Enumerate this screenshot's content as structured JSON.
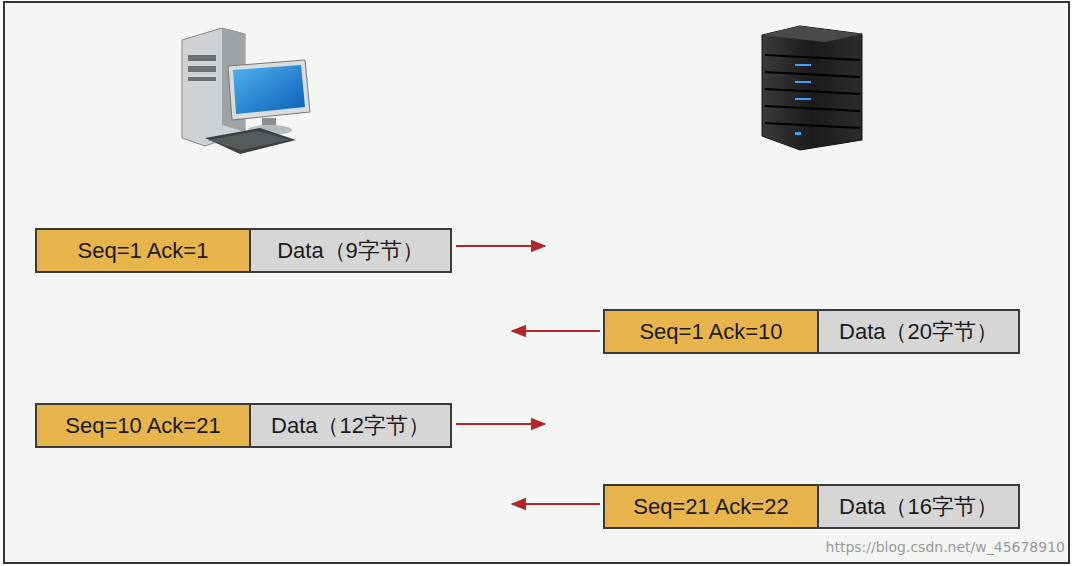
{
  "diagram": {
    "nodes": [
      {
        "text": [
          "Seq=1  Ack=1"
        ]
      },
      {
        "text": [
          "Data（9字节）"
        ]
      },
      {
        "text": [
          "Seq=1  Ack=10"
        ]
      },
      {
        "text": [
          "Data（20字节）"
        ]
      },
      {
        "text": [
          "Seq=10  Ack=21"
        ]
      },
      {
        "text": [
          "Data（12字节）"
        ]
      },
      {
        "text": [
          "Seq=21  Ack=22"
        ]
      },
      {
        "text": [
          "Data（16字节）"
        ]
      }
    ],
    "labels": [
      "https://blog.csdn.net/w_45678910"
    ]
  }
}
